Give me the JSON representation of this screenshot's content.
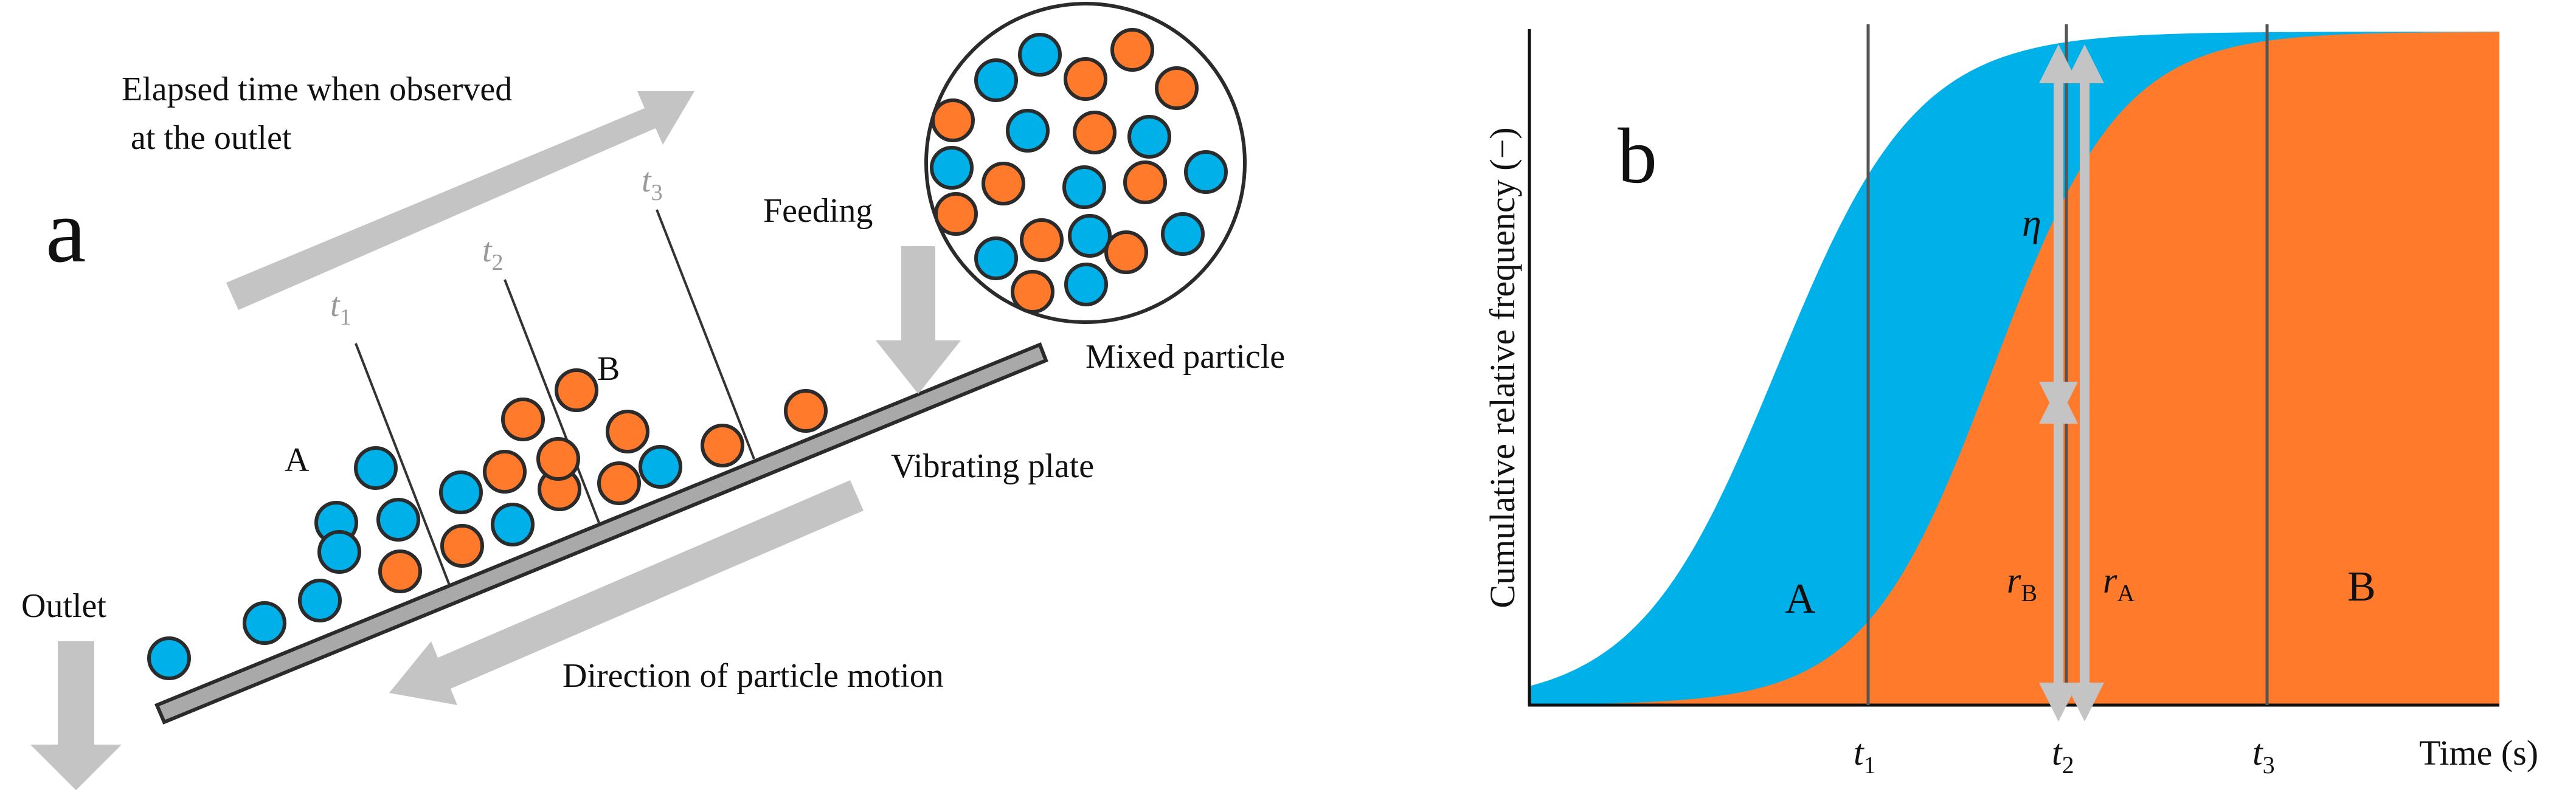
{
  "colors": {
    "blue": "#00b0e8",
    "orange": "#ff7a2b",
    "arrow": "#c4c4c4",
    "plate": "#a9a9a9",
    "outline": "#2b2b2b",
    "timeline": "#555555"
  },
  "panel_a": {
    "label": "a",
    "elapsed_line1": "Elapsed time when observed",
    "elapsed_line2": "at the outlet",
    "feeding": "Feeding",
    "mixed_particle": "Mixed particle",
    "vibrating_plate": "Vibrating plate",
    "direction": "Direction of particle motion",
    "outlet": "Outlet",
    "particle_A": "A",
    "particle_B": "B",
    "t1": "t",
    "t1_sub": "1",
    "t2": "t",
    "t2_sub": "2",
    "t3": "t",
    "t3_sub": "3",
    "icons": [
      "elapsed-time-arrow-icon",
      "feeding-arrow-icon",
      "direction-arrow-icon",
      "outlet-arrow-icon"
    ]
  },
  "panel_b": {
    "label": "b",
    "ylabel": "Cumulative relative frequency (−)",
    "xlabel": "Time (s)",
    "region_A": "A",
    "region_B": "B",
    "eta": "η",
    "rB": "r",
    "rB_sub": "B",
    "rA": "r",
    "rA_sub": "A",
    "t1": "t",
    "t1_sub": "1",
    "t2": "t",
    "t2_sub": "2",
    "t3": "t",
    "t3_sub": "3"
  },
  "chart_data": {
    "type": "area",
    "series": [
      {
        "name": "A",
        "color": "#00b0e8"
      },
      {
        "name": "B",
        "color": "#ff7a2b"
      }
    ],
    "ylim": [
      0,
      1
    ],
    "xticks": [
      "t1",
      "t2",
      "t3"
    ],
    "grid": false
  }
}
